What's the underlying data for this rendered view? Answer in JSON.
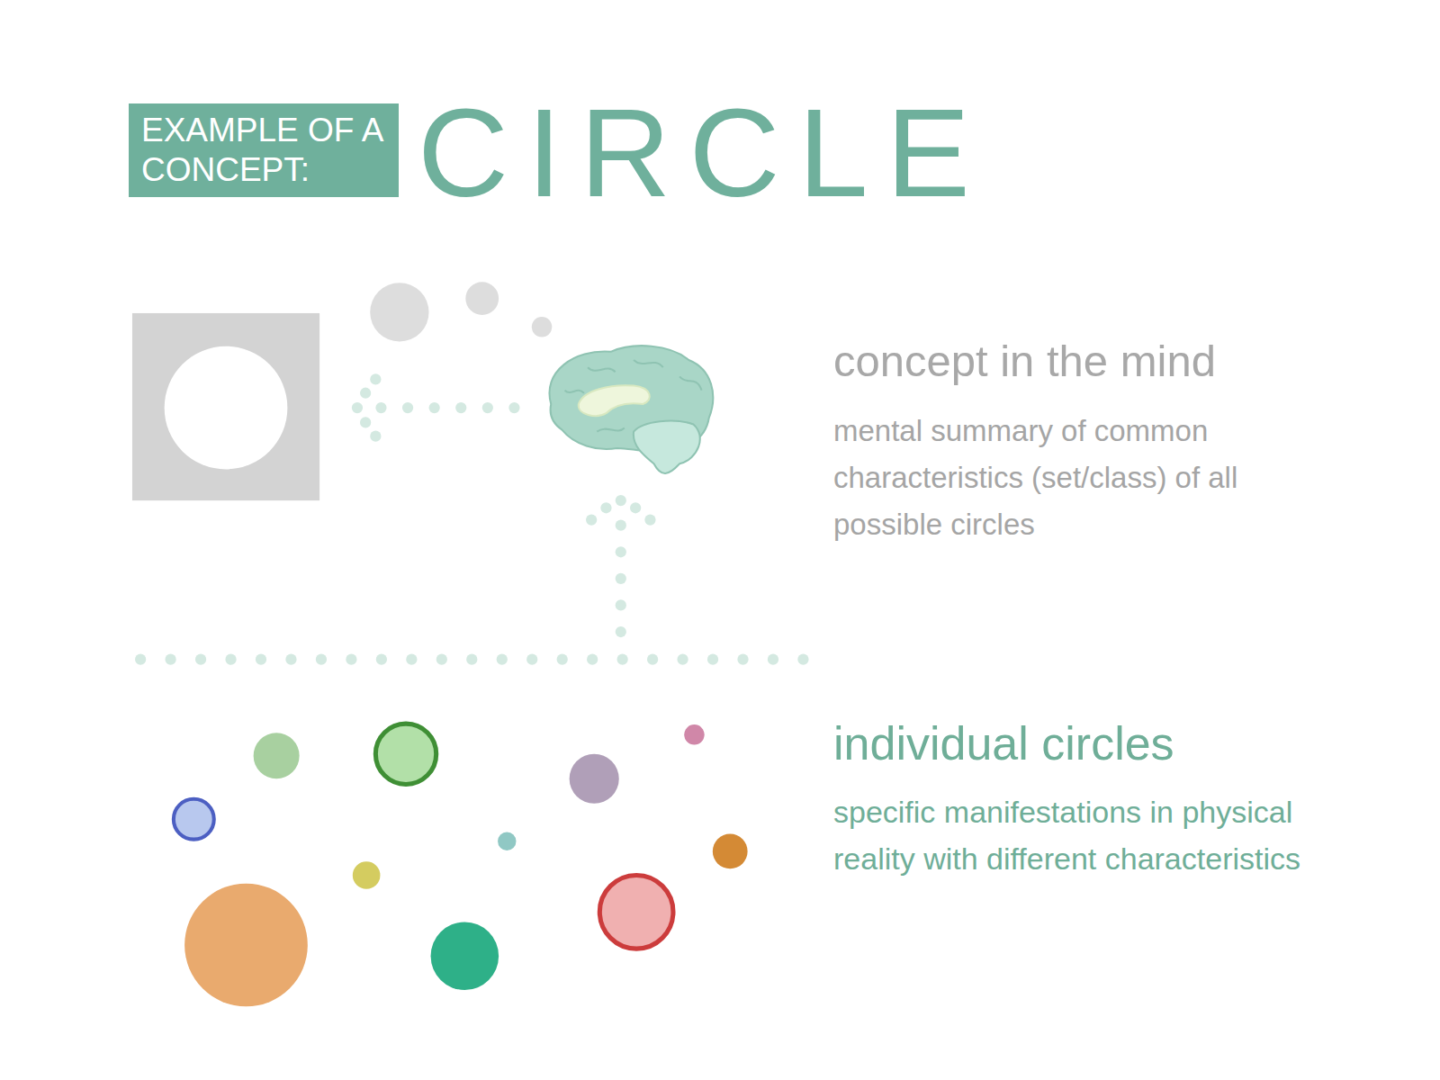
{
  "diagram": {
    "title": "CIRCLE",
    "nodes": [
      {
        "text": [
          "EXAMPLE OF A CONCEPT:"
        ]
      }
    ],
    "labels": [
      "concept in the mind",
      "mental summary of common characteristics (set/class) of all possible circles",
      "individual circles",
      "specific manifestations in physical reality with different characteristics"
    ]
  }
}
